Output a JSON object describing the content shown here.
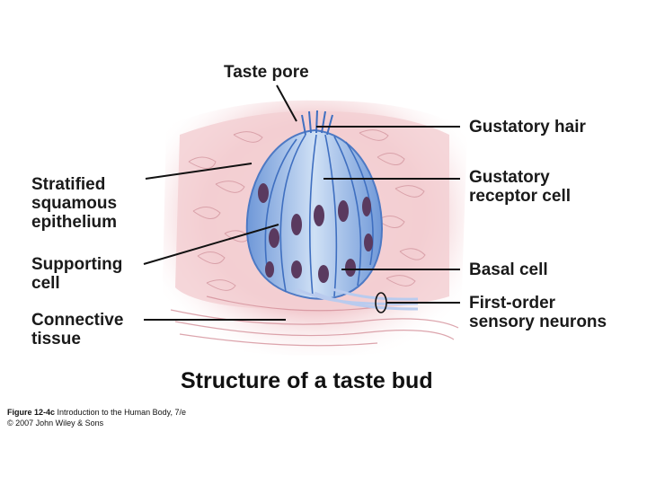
{
  "diagram": {
    "title": "Structure of a taste bud",
    "labels": {
      "taste_pore": "Taste pore",
      "gustatory_hair": "Gustatory hair",
      "gustatory_receptor_cell": "Gustatory\nreceptor cell",
      "stratified_squamous_epithelium": "Stratified\nsquamous\nepithelium",
      "supporting_cell": "Supporting\ncell",
      "basal_cell": "Basal cell",
      "first_order_sensory_neurons": "First-order\nsensory neurons",
      "connective_tissue": "Connective\ntissue"
    },
    "colors": {
      "tissue_pink": "#f2c8cc",
      "tissue_dark": "#d99aa3",
      "bud_blue": "#8fb4e6",
      "nucleus": "#5a3a5f",
      "leader_line": "#111111"
    }
  },
  "credit": {
    "figure": "Figure 12-4c",
    "book": "Introduction to the Human Body, 7/e",
    "copyright": "© 2007 John Wiley & Sons"
  }
}
